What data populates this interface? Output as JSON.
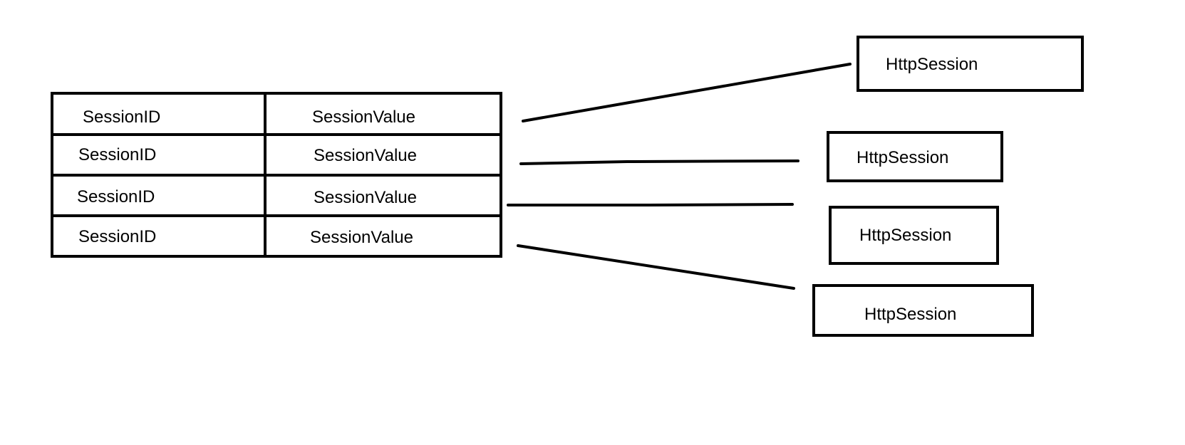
{
  "colors": {
    "stroke": "#000000",
    "background": "#ffffff"
  },
  "table": {
    "rows": [
      {
        "id": "SessionID",
        "value": "SessionValue"
      },
      {
        "id": "SessionID",
        "value": "SessionValue"
      },
      {
        "id": "SessionID",
        "value": "SessionValue"
      },
      {
        "id": "SessionID",
        "value": "SessionValue"
      }
    ]
  },
  "sessions": [
    {
      "label": "HttpSession"
    },
    {
      "label": "HttpSession"
    },
    {
      "label": "HttpSession"
    },
    {
      "label": "HttpSession"
    }
  ]
}
